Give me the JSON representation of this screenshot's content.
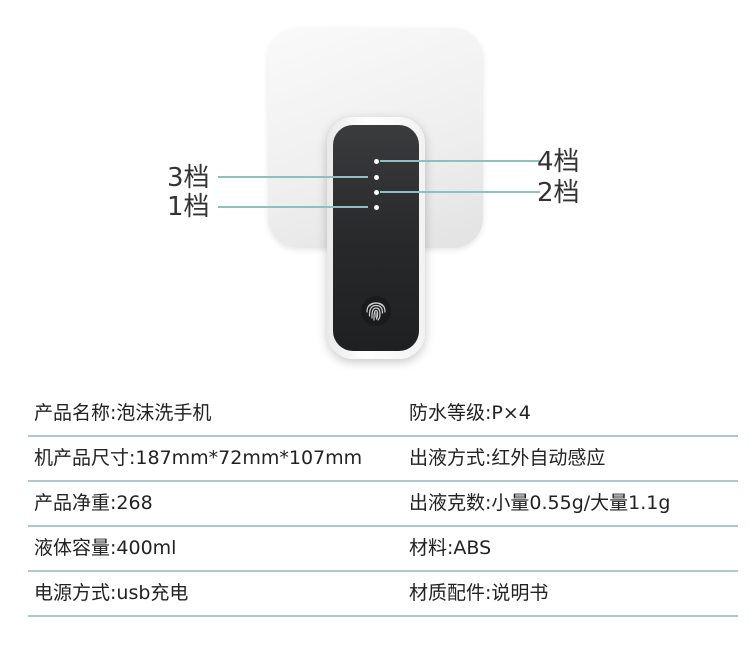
{
  "levels": [
    {
      "label": "4档"
    },
    {
      "label": "3档"
    },
    {
      "label": "2档"
    },
    {
      "label": "1档"
    }
  ],
  "colors": {
    "line": "#8fbfbf",
    "device_face": "#27282a",
    "row_border": "#a9cccb"
  },
  "specs": [
    [
      "产品名称:泡沫洗手机",
      "防水等级:P×4"
    ],
    [
      "机产品尺寸:187mm*72mm*107mm",
      "出液方式:红外自动感应"
    ],
    [
      "产品净重:268",
      "出液克数:小量0.55g/大量1.1g"
    ],
    [
      "液体容量:400ml",
      "材料:ABS"
    ],
    [
      "电源方式:usb充电",
      "材质配件:说明书"
    ]
  ]
}
